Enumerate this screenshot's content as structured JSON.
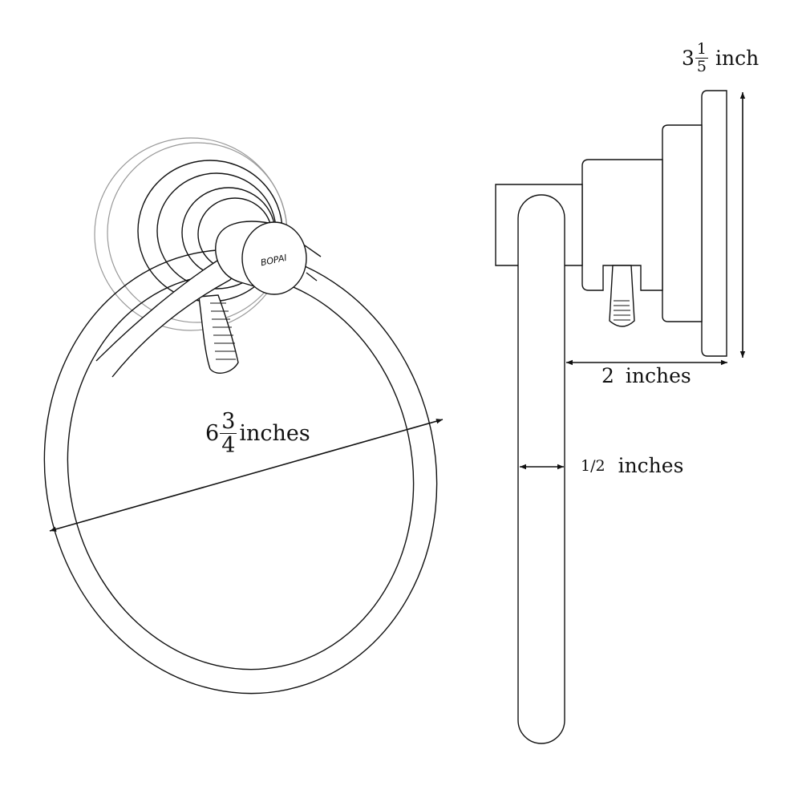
{
  "brand_logo": "BOPAI",
  "dimensions": {
    "ring_diameter": {
      "whole": "6",
      "numerator": "3",
      "denominator": "4",
      "unit": "inches"
    },
    "height": {
      "whole": "3",
      "numerator": "1",
      "denominator": "5",
      "unit": "inch"
    },
    "depth": {
      "text": "2",
      "unit": "inches"
    },
    "rod_thickness": {
      "text": "1/2",
      "unit": "inches"
    }
  },
  "colors": {
    "line": "#111111",
    "faint_line": "#888888",
    "background": "#ffffff"
  }
}
